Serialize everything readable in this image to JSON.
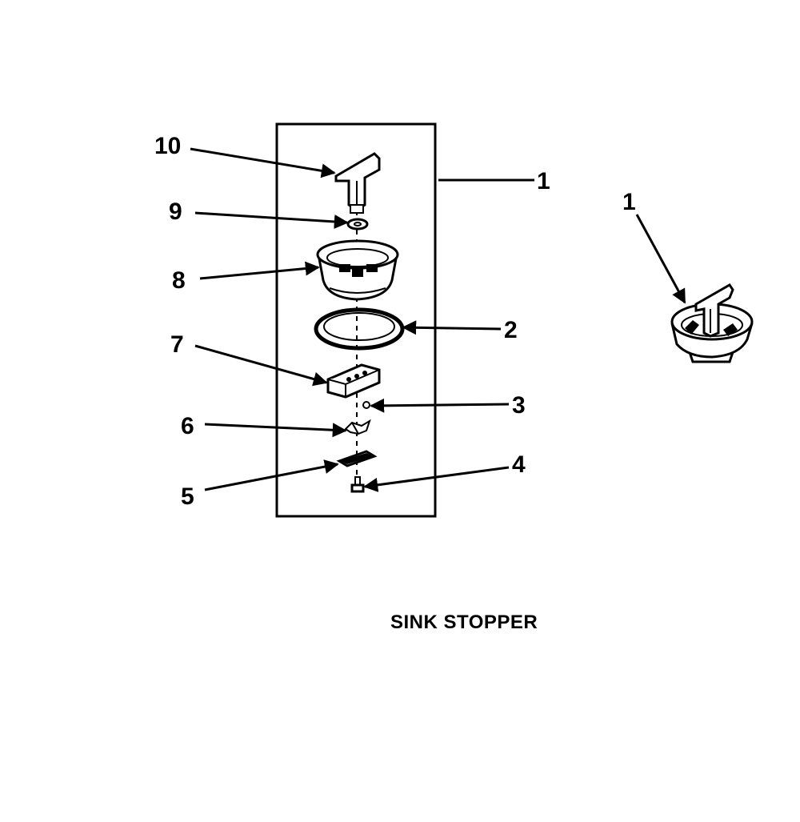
{
  "diagram": {
    "caption": "SINK STOPPER",
    "callouts": {
      "c10": "10",
      "c9": "9",
      "c8": "8",
      "c7": "7",
      "c6": "6",
      "c5": "5",
      "c1_box": "1",
      "c2": "2",
      "c3": "3",
      "c4": "4",
      "c1_assembled": "1"
    }
  }
}
